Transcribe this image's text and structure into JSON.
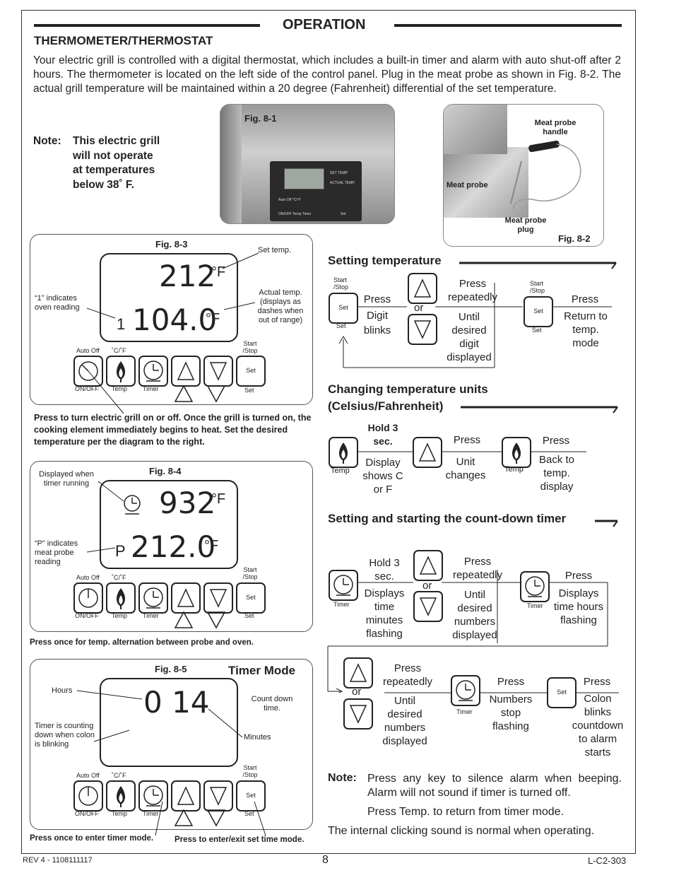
{
  "header": {
    "section_title": "OPERATION",
    "subsection_title": "THERMOMETER/THERMOSTAT"
  },
  "intro": "Your electric grill is controlled with a digital thermostat, which includes a built-in timer and alarm with auto shut-off after 2 hours. The thermometer is located on the left side of the control panel. Plug in the meat probe as shown in Fig. 8-2. The actual grill temperature will be maintained within a 20 degree (Fahrenheit) differential of the set temperature.",
  "note": {
    "label": "Note:",
    "lines": [
      "This electric grill",
      "will not operate",
      "at temperatures",
      "below 38˚ F."
    ]
  },
  "fig81": {
    "caption": "Fig. 8-1",
    "panel_labels": [
      "SET TEMP.",
      "ACTUAL TEMP.",
      "Auto Off °C/°F",
      "ON/OFF Temp Timer",
      "Set"
    ]
  },
  "fig82": {
    "caption": "Fig. 8-2",
    "handle": "Meat probe handle",
    "probe": "Meat probe",
    "plug": "Meat probe plug"
  },
  "fig83": {
    "caption": "Fig. 8-3",
    "set_temp_label": "Set temp.",
    "indicates": "“1” indicates oven reading",
    "actual_label": "Actual temp. (displays as dashes when out of range)",
    "set_value": "212",
    "actual_prefix": "1",
    "actual_value": "104.0",
    "unit": "°F",
    "callout": "Press to turn electric grill on or off. Once the grill is turned on, the cooking element immediately begins to heat. Set the desired temperature per the diagram to the right."
  },
  "fig84": {
    "caption": "Fig. 8-4",
    "timer_label": "Displayed when timer running",
    "probe_label": "“P” indicates meat probe reading",
    "top_value": "932",
    "prefix": "P",
    "bottom_value": "212.0",
    "unit": "°F",
    "callout": "Press once for temp. alternation between probe and oven."
  },
  "fig85": {
    "caption": "Fig. 8-5",
    "title": "Timer Mode",
    "hours_label": "Hours",
    "count_label": "Count down time.",
    "blink_label": "Timer is counting down when colon is blinking",
    "minutes_label": "Minutes",
    "value": "0 14",
    "callout_left": "Press once to enter timer mode.",
    "callout_right": "Press to enter/exit set time mode."
  },
  "keys": {
    "auto_off": "Auto Off",
    "cf": "˚C/˚F",
    "start_stop": "Start /Stop",
    "on_off": "ON/OFF",
    "temp": "Temp",
    "timer": "Timer",
    "set": "Set"
  },
  "setting_temp": {
    "title": "Setting temperature",
    "start_stop": "Start /Stop",
    "set": "Set",
    "s1_a": "Press",
    "s1_b": "Digit",
    "s1_c": "blinks",
    "or": "or",
    "s2_a": "Press repeatedly",
    "s2_b": "Until desired digit displayed",
    "s3_a": "Press",
    "s3_b": "Return to temp. mode"
  },
  "changing_units": {
    "title_line1": "Changing temperature units",
    "title_line2": "(Celsius/Fahrenheit)",
    "hold": "Hold 3 sec.",
    "temp": "Temp",
    "display": "Display shows C or F",
    "press": "Press",
    "unit_changes": "Unit changes",
    "press2": "Press",
    "back": "Back to temp. display"
  },
  "timer_flow": {
    "title": "Setting and starting the count-down timer",
    "hold": "Hold 3 sec.",
    "timer": "Timer",
    "displays_min": "Displays time minutes flashing",
    "or": "or",
    "press_rep": "Press repeatedly",
    "until": "Until desired numbers displayed",
    "press": "Press",
    "displays_hours": "Displays time hours flashing",
    "press_rep2": "Press repeatedly",
    "until2": "Until desired numbers displayed",
    "press2": "Press",
    "numbers_stop": "Numbers stop flashing",
    "set": "Set",
    "press3": "Press",
    "colon_blinks": "Colon blinks countdown to alarm starts"
  },
  "notes_bottom": {
    "label": "Note:",
    "line1": "Press any key to silence alarm when beeping. Alarm will not sound if timer is turned off.",
    "line2": "Press Temp. to return from timer mode.",
    "line3": "The internal clicking sound is normal when operating."
  },
  "footer": {
    "rev": "REV 4 - 1108111117",
    "page": "8",
    "code": "L-C2-303"
  }
}
